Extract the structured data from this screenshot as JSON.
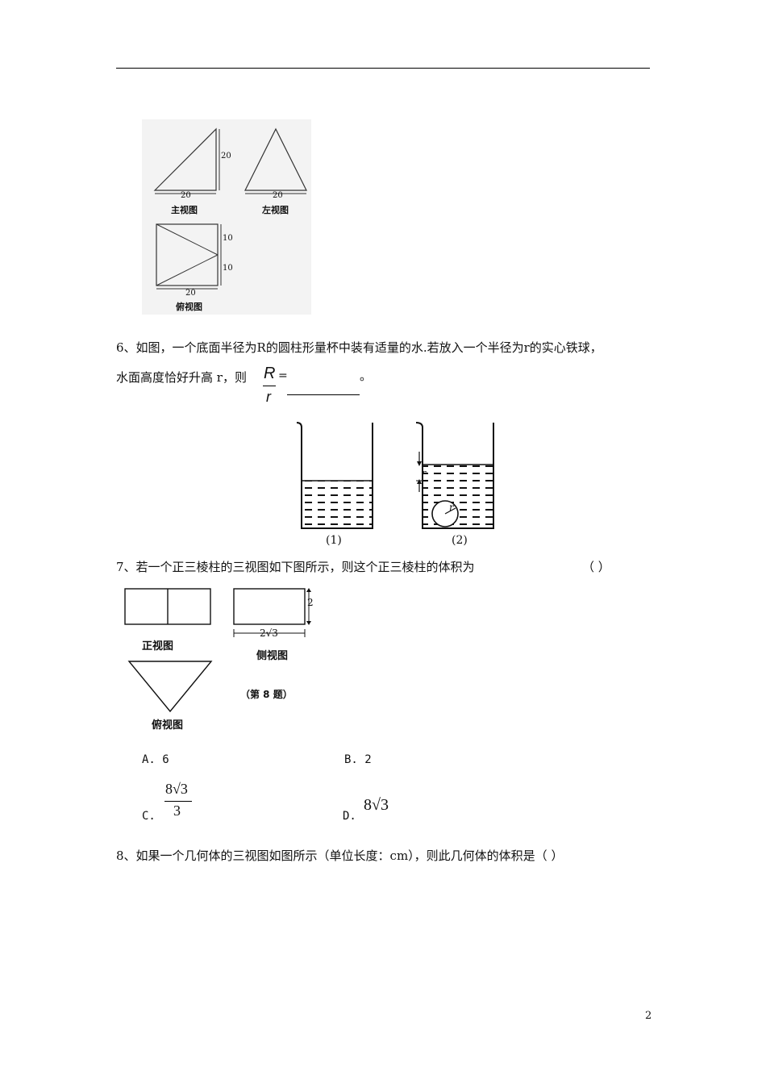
{
  "fig5": {
    "front": {
      "width": "20",
      "height": "20",
      "label": "主视图"
    },
    "side": {
      "width": "20",
      "label": "左视图"
    },
    "top": {
      "height_upper": "10",
      "height_lower": "10",
      "width": "20",
      "label": "俯视图"
    }
  },
  "q6": {
    "line1": "6、如图，一个底面半径为R的圆柱形量杯中装有适量的水.若放入一个半径为r的实心铁球，",
    "line2_prefix": "水面高度恰好升高 r，则",
    "frac_num": "R",
    "frac_den": "r",
    "eq": "=",
    "suffix": "。",
    "fig1_label": "(1)",
    "fig2_label": "(2)",
    "r_label": "r"
  },
  "q7": {
    "stem": "7、若一个正三棱柱的三视图如下图所示，则这个正三棱柱的体积为",
    "paren": "（     ）",
    "front_label": "正视图",
    "side_label": "侧视图",
    "top_label": "俯视图",
    "caption": "（第 8 题）",
    "side_h": "2",
    "side_w": "2√3",
    "options": {
      "A": "A. 6",
      "B": "B. 2",
      "C_prefix": "C.",
      "C_num": "8√3",
      "C_den": "3",
      "D_prefix": "D.",
      "D_val": "8√3"
    }
  },
  "q8": {
    "stem": "8、如果一个几何体的三视图如图所示（单位长度：cm），则此几何体的体积是（     ）"
  },
  "page_number": "2"
}
